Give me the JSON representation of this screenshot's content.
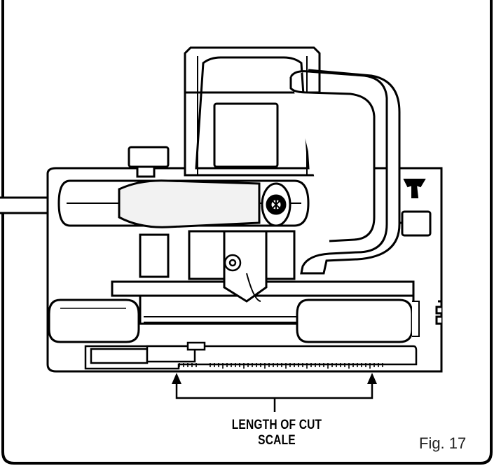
{
  "callout": {
    "line1": "LENGTH OF CUT",
    "line2": "SCALE"
  },
  "figure": {
    "caption": "Fig. 17"
  },
  "colors": {
    "line": "#000000",
    "background": "#ffffff",
    "fill_light": "#f2f2f2"
  }
}
